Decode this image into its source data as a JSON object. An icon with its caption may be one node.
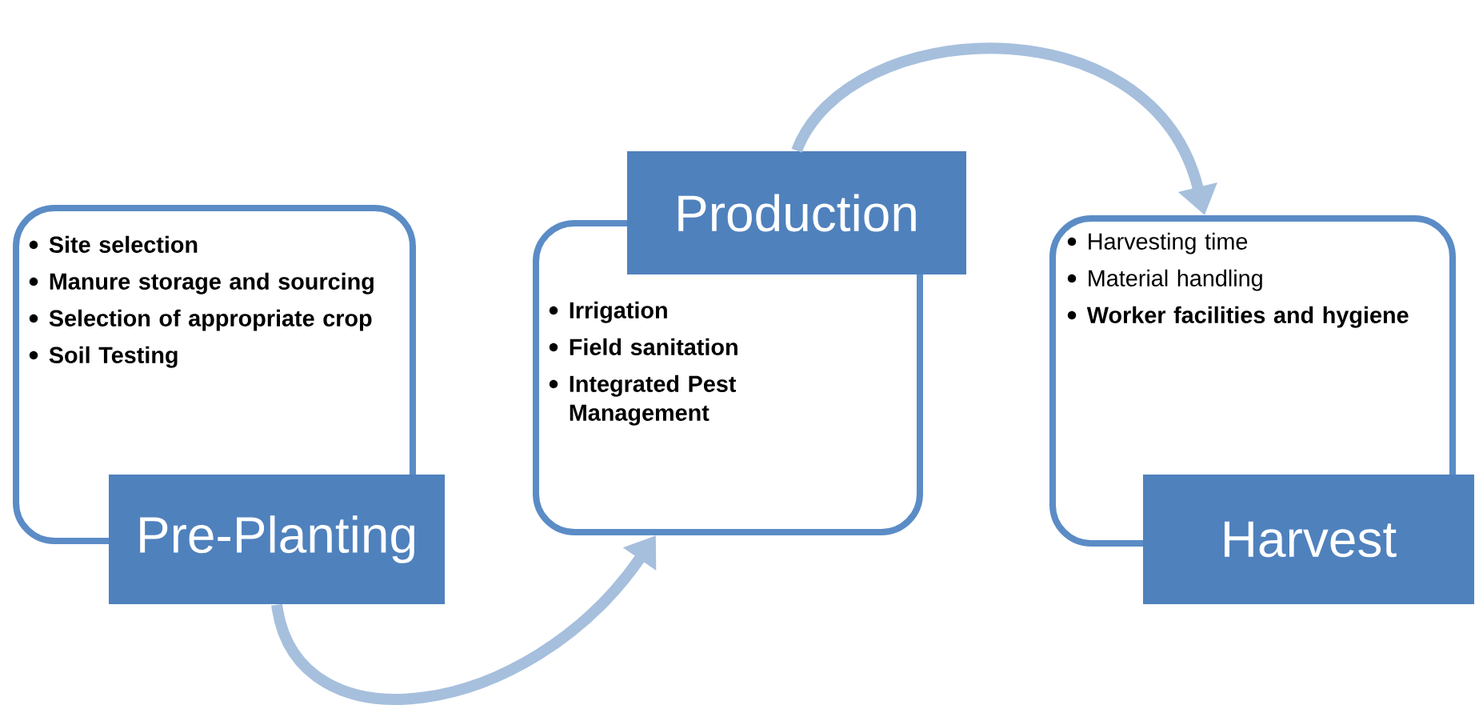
{
  "diagram": {
    "nodes": [
      {
        "text": [
          "Site selection",
          "Manure storage and sourcing",
          "Selection of appropriate crop",
          "Soil Testing"
        ]
      },
      {
        "text": [
          "Pre-Planting"
        ]
      },
      {
        "text": [
          "Production"
        ]
      },
      {
        "text": [
          "Irrigation",
          "Field sanitation",
          "Integrated Pest Management"
        ]
      },
      {
        "text": [
          "Harvesting time",
          "Material handling",
          "Worker facilities and hygiene"
        ]
      },
      {
        "text": [
          "Harvest"
        ]
      }
    ],
    "edges": [
      {
        "from": 1,
        "to": 3,
        "arrow": "to"
      },
      {
        "from": 2,
        "to": 4,
        "arrow": "to"
      }
    ]
  }
}
